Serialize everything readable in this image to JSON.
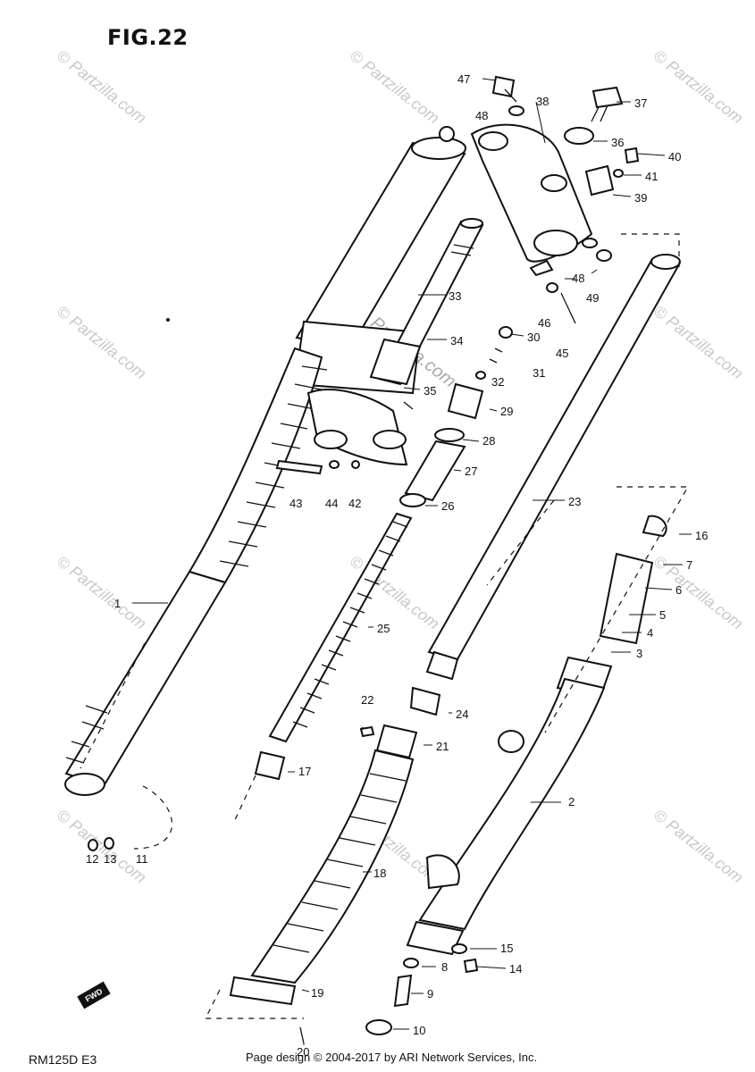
{
  "figure": {
    "title": "FIG.22",
    "model": "RM125D E3"
  },
  "footer": {
    "copyright": "Page design © 2004-2017 by ARI Network Services, Inc."
  },
  "watermark": {
    "text": "© Partzilla.com"
  },
  "fwd_label": "FWD",
  "parts": [
    {
      "num": "1"
    },
    {
      "num": "2"
    },
    {
      "num": "3"
    },
    {
      "num": "4"
    },
    {
      "num": "5"
    },
    {
      "num": "6"
    },
    {
      "num": "7"
    },
    {
      "num": "8"
    },
    {
      "num": "9"
    },
    {
      "num": "10"
    },
    {
      "num": "11"
    },
    {
      "num": "12"
    },
    {
      "num": "13"
    },
    {
      "num": "14"
    },
    {
      "num": "15"
    },
    {
      "num": "16"
    },
    {
      "num": "17"
    },
    {
      "num": "18"
    },
    {
      "num": "19"
    },
    {
      "num": "20"
    },
    {
      "num": "21"
    },
    {
      "num": "22"
    },
    {
      "num": "23"
    },
    {
      "num": "24"
    },
    {
      "num": "25"
    },
    {
      "num": "26"
    },
    {
      "num": "27"
    },
    {
      "num": "28"
    },
    {
      "num": "29"
    },
    {
      "num": "30"
    },
    {
      "num": "31"
    },
    {
      "num": "32"
    },
    {
      "num": "33"
    },
    {
      "num": "34"
    },
    {
      "num": "35"
    },
    {
      "num": "36"
    },
    {
      "num": "37"
    },
    {
      "num": "38"
    },
    {
      "num": "39"
    },
    {
      "num": "40"
    },
    {
      "num": "41"
    },
    {
      "num": "42"
    },
    {
      "num": "43"
    },
    {
      "num": "44"
    },
    {
      "num": "45"
    },
    {
      "num": "46"
    },
    {
      "num": "47"
    },
    {
      "num": "48"
    },
    {
      "num": "48"
    },
    {
      "num": "49"
    }
  ]
}
